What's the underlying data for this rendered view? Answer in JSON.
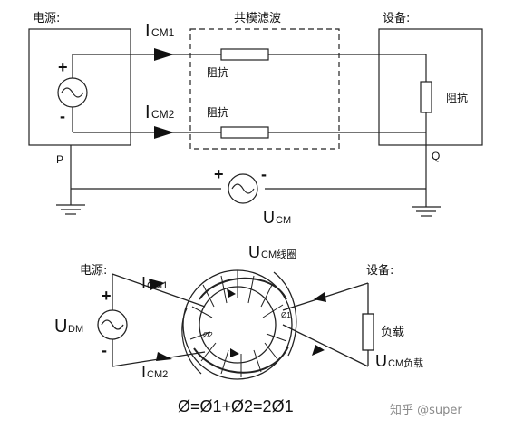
{
  "top": {
    "source_label": "电源:",
    "filter_label": "共模滤波",
    "device_label": "设备:",
    "icm1_main": "I",
    "icm1_sub": "CM1",
    "icm2_main": "I",
    "icm2_sub": "CM2",
    "impedance1": "阻抗",
    "impedance2": "阻抗",
    "impedance_device": "阻抗",
    "plus": "+",
    "minus": "-",
    "node_p": "P",
    "node_q": "Q",
    "ucm_plus": "+",
    "ucm_minus": "-",
    "ucm_main": "U",
    "ucm_sub": "CM"
  },
  "bottom": {
    "source_label": "电源:",
    "device_label": "设备:",
    "ucm_coil_main": "U",
    "ucm_coil_sub": "CM线圈",
    "icm1_main": "I",
    "icm1_sub": "CM1",
    "icm2_main": "I",
    "icm2_sub": "CM2",
    "udm_main": "U",
    "udm_sub": "DM",
    "plus": "+",
    "minus": "-",
    "load_label": "负载",
    "ucm_load_main": "U",
    "ucm_load_sub": "CM负载",
    "phi1_label": "Ø1",
    "phi2_label": "Ø2",
    "formula": "Ø=Ø1+Ø2=2Ø1"
  },
  "watermark": "知乎 @super"
}
